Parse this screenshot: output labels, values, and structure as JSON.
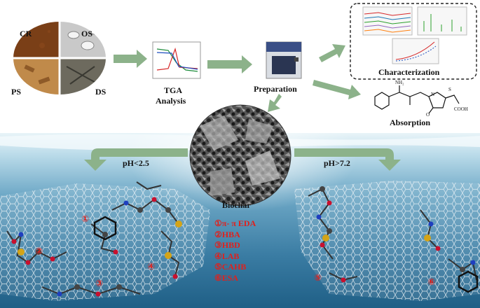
{
  "feedstock": {
    "cr": "CR",
    "os": "OS",
    "ps": "PS",
    "ds": "DS"
  },
  "tga": {
    "label_line1": "TGA",
    "label_line2": "Analysis"
  },
  "preparation": {
    "label": "Preparation"
  },
  "characterization": {
    "label": "Characterization"
  },
  "absorption": {
    "label": "Absorption",
    "nh2": "NH₂",
    "cooh": "COOH",
    "s": "S",
    "n": "N",
    "o": "O"
  },
  "biochar": {
    "label": "Biochar"
  },
  "ph_left": "pH<2.5",
  "ph_right": "pH>7.2",
  "mechanisms": [
    "①π- π EDA",
    "②HBA",
    "③HBD",
    "④LAB",
    "⑤CAHB",
    "⑥ESA"
  ],
  "markers": {
    "m1": "①",
    "m2": "②",
    "m3": "③",
    "m4": "④",
    "m5": "⑤",
    "m6": "⑥"
  },
  "colors": {
    "arrow_green": "#8cb28a",
    "water_top": "#cfe6ef",
    "water_deep": "#1f5f86",
    "mechanism_red": "#e0201c"
  }
}
